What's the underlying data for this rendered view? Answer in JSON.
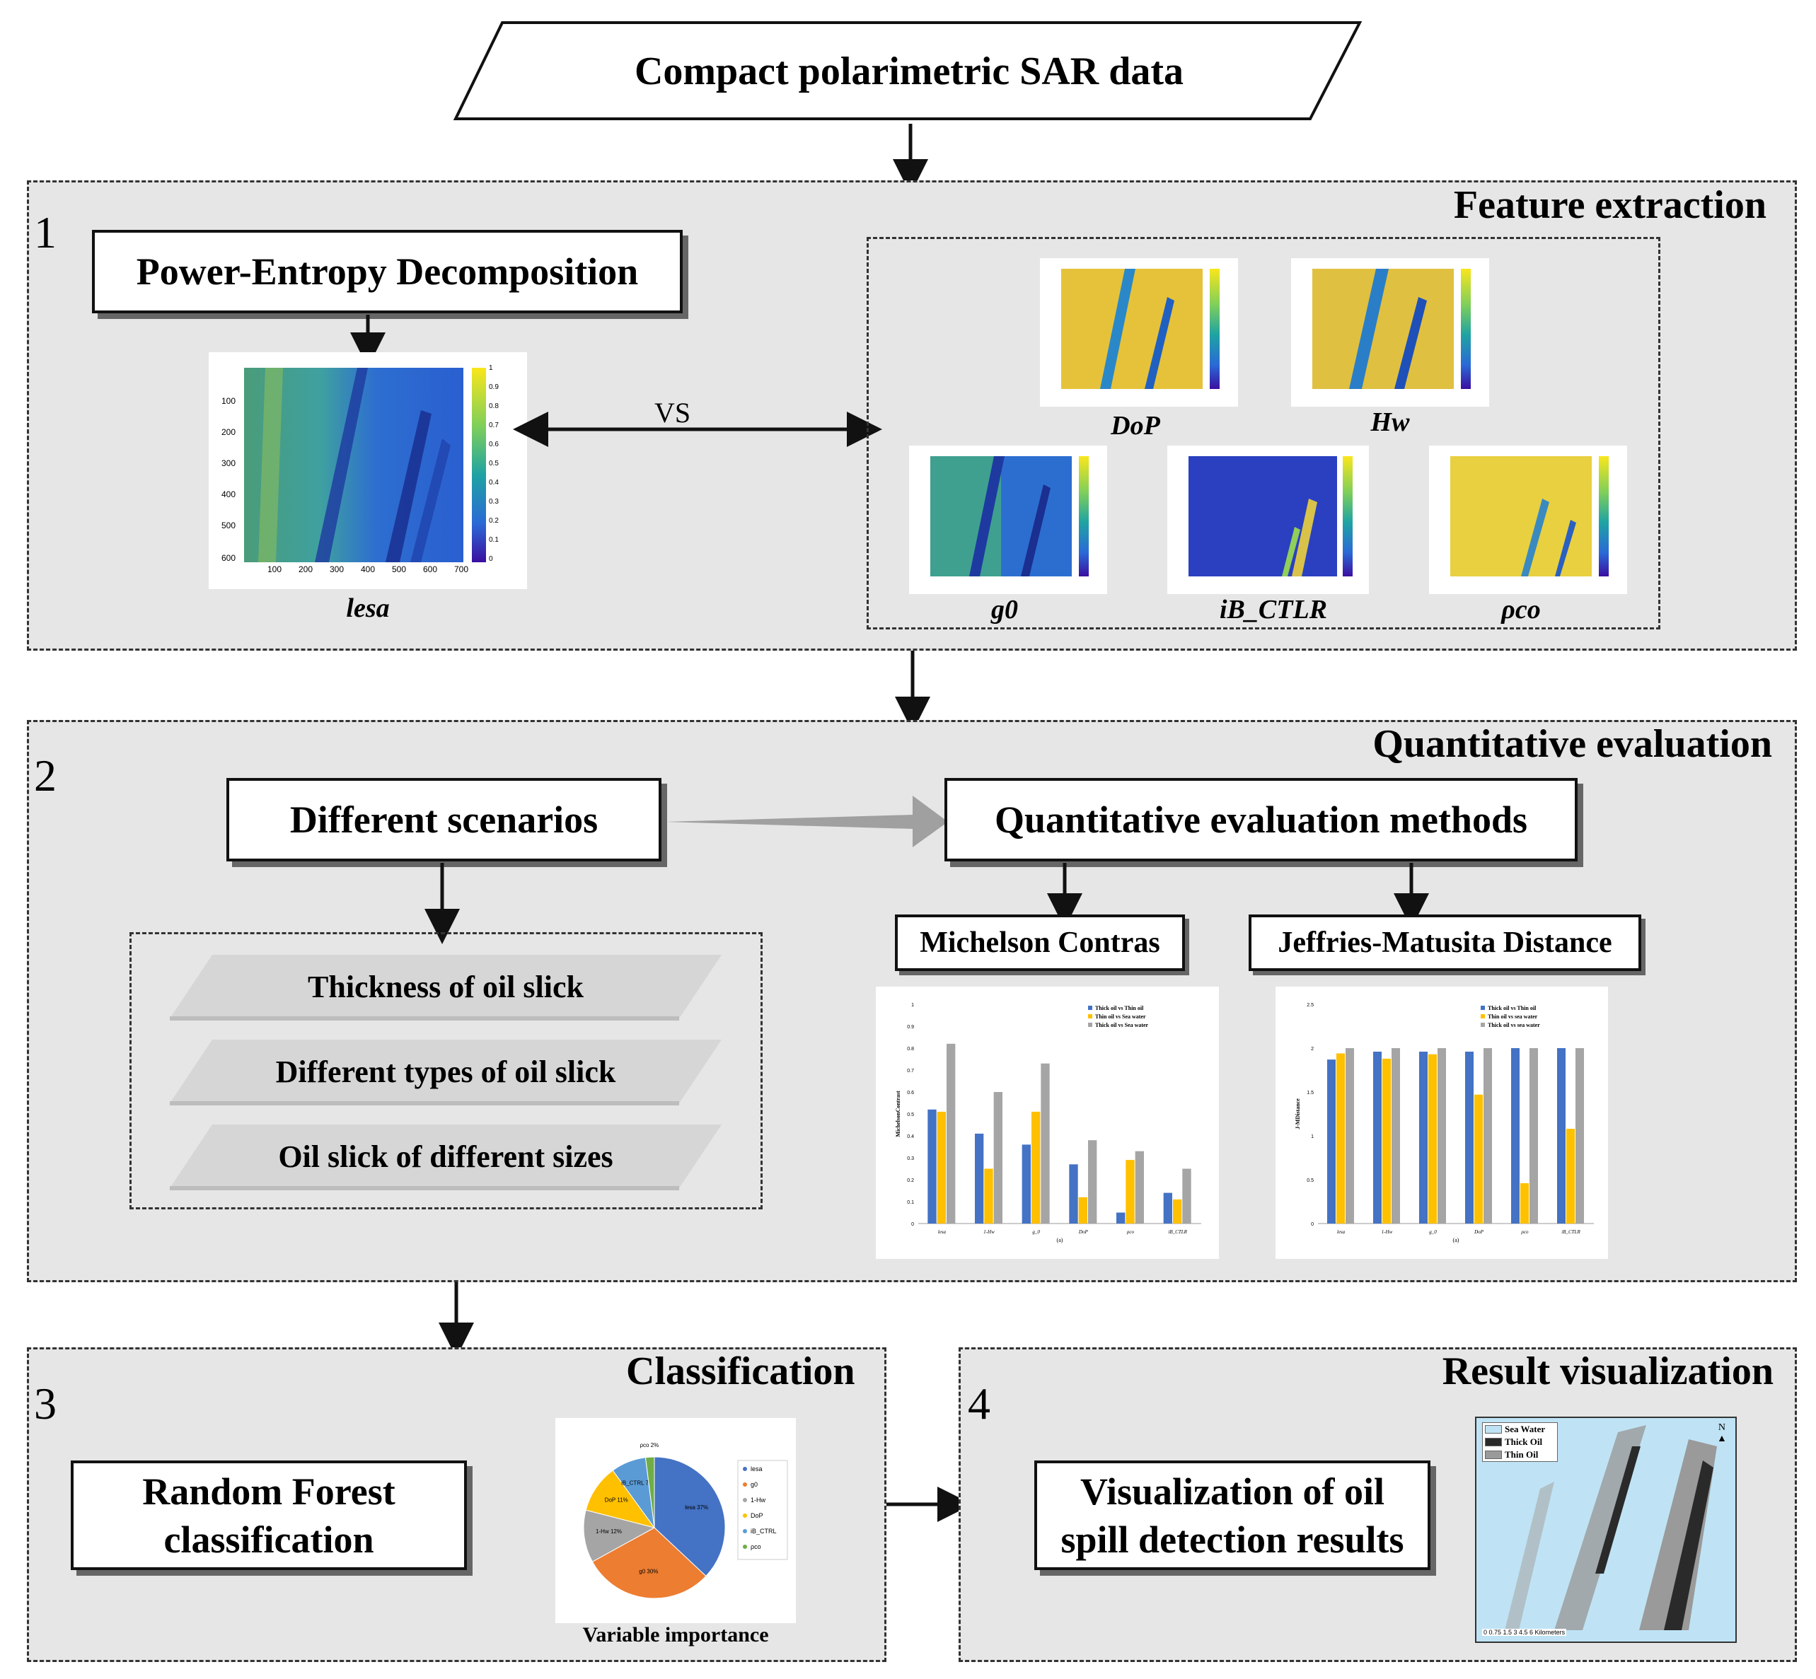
{
  "top": {
    "title": "Compact polarimetric SAR data"
  },
  "panel1": {
    "number": "1",
    "title": "Feature extraction",
    "decomposition_label": "Power-Entropy Decomposition",
    "vs_label": "VS",
    "main_image_caption": "lesa",
    "feature_captions": [
      "DoP",
      "Hw",
      "g0",
      "iB_CTLR",
      "ρco"
    ],
    "main_axis_y_ticks": [
      "100",
      "200",
      "300",
      "400",
      "500",
      "600"
    ],
    "main_axis_x_ticks": [
      "100",
      "200",
      "300",
      "400",
      "500",
      "600",
      "700"
    ],
    "colorbar_ticks": [
      "1",
      "0.9",
      "0.8",
      "0.7",
      "0.6",
      "0.5",
      "0.4",
      "0.3",
      "0.2",
      "0.1",
      "0"
    ]
  },
  "panel2": {
    "number": "2",
    "title": "Quantitative evaluation",
    "scenarios_label": "Different scenarios",
    "methods_label": "Quantitative evaluation methods",
    "scenario_items": [
      "Thickness of oil slick",
      "Different types of oil slick",
      "Oil slick of different sizes"
    ],
    "method_michelson": "Michelson Contras",
    "method_jm": "Jeffries-Matusita Distance"
  },
  "panel3": {
    "number": "3",
    "title": "Classification",
    "rf_label_line1": "Random Forest",
    "rf_label_line2": "classification",
    "pie_caption": "Variable importance"
  },
  "panel4": {
    "number": "4",
    "title": "Result visualization",
    "vis_label_line1": "Visualization of oil",
    "vis_label_line2": "spill detection results",
    "map_legend": [
      "Sea Water",
      "Thick Oil",
      "Thin Oil"
    ],
    "north_label": "N",
    "scale_text": "0 0.75 1.5   3    4.5    6   Kilometers"
  },
  "chart_data": [
    {
      "type": "bar",
      "categories": [
        "lesa",
        "1-Hw",
        "g_0",
        "DoP",
        "ρco",
        "iB_CTLR"
      ],
      "series": [
        {
          "name": "Thick oil vs Thin oil",
          "values": [
            0.52,
            0.41,
            0.36,
            0.27,
            0.05,
            0.14
          ]
        },
        {
          "name": "Thin oil vs Sea water",
          "values": [
            0.51,
            0.25,
            0.51,
            0.12,
            0.29,
            0.11
          ]
        },
        {
          "name": "Thick oil vs Sea water",
          "values": [
            0.82,
            0.6,
            0.73,
            0.38,
            0.33,
            0.25
          ]
        }
      ],
      "ylabel": "MichelsonContrast",
      "xlabel": "(a)",
      "ylim": [
        0,
        1
      ],
      "yticks": [
        "0",
        "0.1",
        "0.2",
        "0.3",
        "0.4",
        "0.5",
        "0.6",
        "0.7",
        "0.8",
        "0.9",
        "1"
      ],
      "colors": [
        "#4472c4",
        "#ffc000",
        "#a5a5a5"
      ]
    },
    {
      "type": "bar",
      "categories": [
        "lesa",
        "1-Hw",
        "g_0",
        "DoP",
        "ρco",
        "iB_CTLR"
      ],
      "series": [
        {
          "name": "Thick oil vs Thin oil",
          "values": [
            1.87,
            1.96,
            1.96,
            1.96,
            2.0,
            2.0
          ]
        },
        {
          "name": "Thin oil vs sea water",
          "values": [
            1.94,
            1.88,
            1.93,
            1.47,
            0.46,
            1.08
          ]
        },
        {
          "name": "Thick oil vs sea water",
          "values": [
            2.0,
            2.0,
            2.0,
            2.0,
            2.0,
            2.0
          ]
        }
      ],
      "ylabel": "J-MDistance",
      "xlabel": "(a)",
      "ylim": [
        0,
        2.5
      ],
      "yticks": [
        "0",
        "0.5",
        "1",
        "1.5",
        "2",
        "2.5"
      ],
      "colors": [
        "#4472c4",
        "#ffc000",
        "#a5a5a5"
      ]
    },
    {
      "type": "pie",
      "title": "",
      "slices": [
        {
          "name": "lesa",
          "value": 37,
          "label": "lesa 37%"
        },
        {
          "name": "g0",
          "value": 30,
          "label": "g0 30%"
        },
        {
          "name": "1-Hw",
          "value": 12,
          "label": "1-Hw 12%"
        },
        {
          "name": "DoP",
          "value": 11,
          "label": "DoP 11%"
        },
        {
          "name": "iB_CTRL",
          "value": 8,
          "label": "iB_CTRL 7%"
        },
        {
          "name": "ρco",
          "value": 2,
          "label": "ρco 2%"
        }
      ],
      "colors": [
        "#4472c4",
        "#ed7d31",
        "#a5a5a5",
        "#ffc000",
        "#5b9bd5",
        "#70ad47"
      ]
    }
  ]
}
